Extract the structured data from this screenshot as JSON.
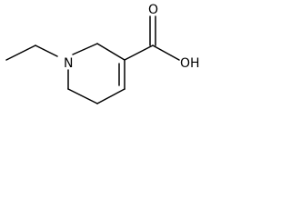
{
  "molecule": {
    "atoms": {
      "nitrogen": "N",
      "carbonyl_oxygen": "O",
      "hydroxyl": "OH"
    },
    "colors": {
      "bond": "#000000",
      "background": "#ffffff"
    }
  }
}
